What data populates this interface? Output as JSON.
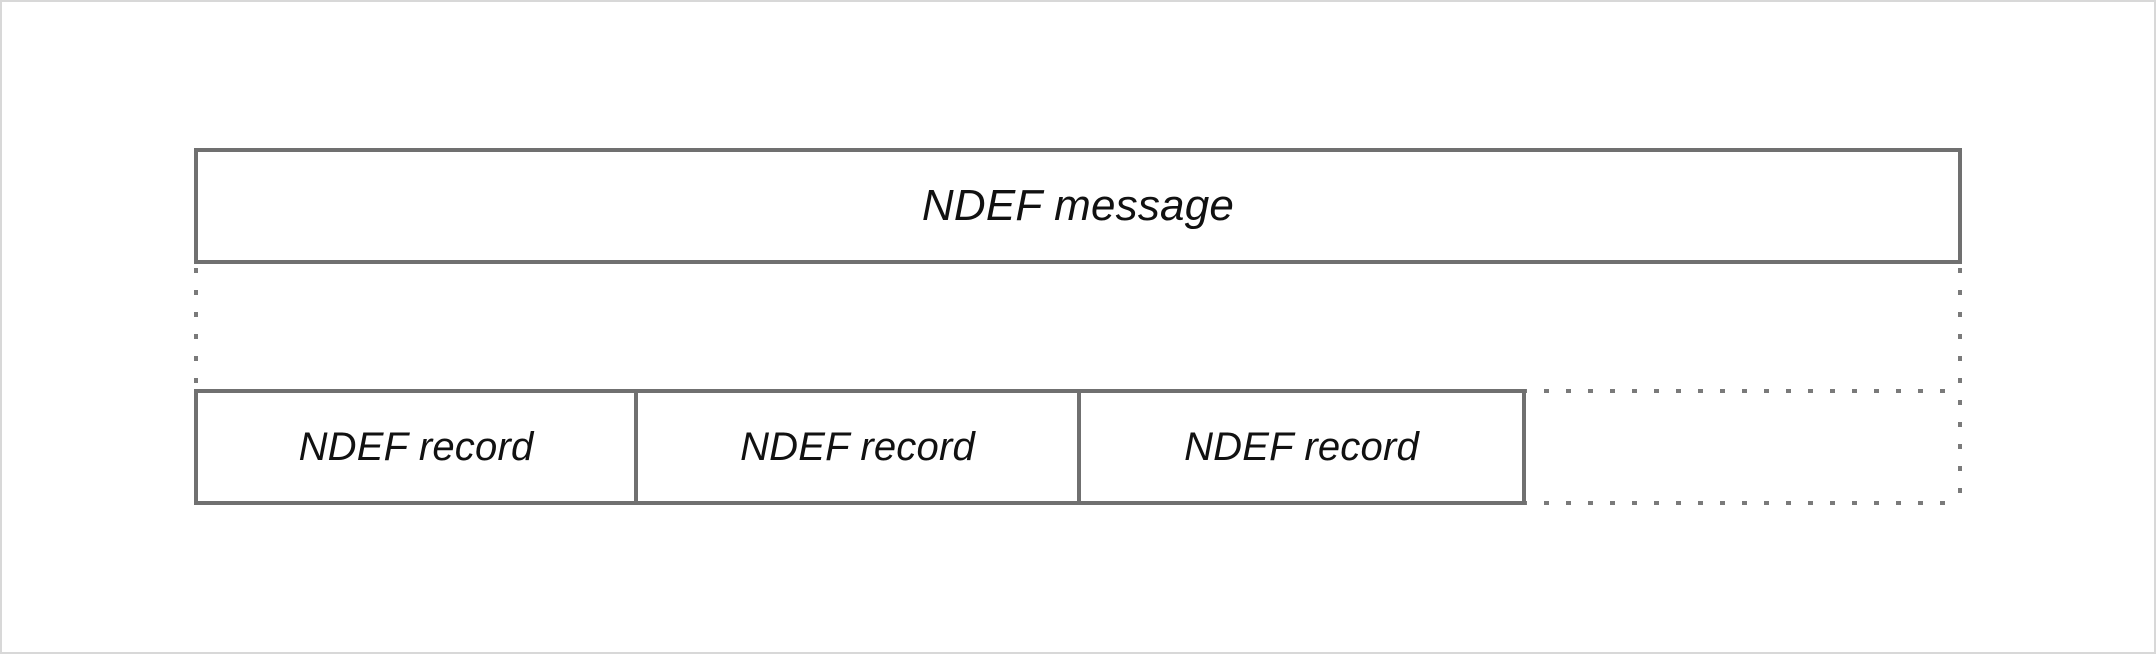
{
  "figure": {
    "kind": "block-diagram",
    "title_text": "NDEF message",
    "border_color": "#d8d8d8",
    "stroke_color": "#707070",
    "dotted_color": "#7a7a7a",
    "background_color": "#ffffff",
    "text_color": "#111111"
  },
  "message": {
    "label": "NDEF message"
  },
  "records": [
    {
      "label": "NDEF record"
    },
    {
      "label": "NDEF record"
    },
    {
      "label": "NDEF record"
    }
  ],
  "continuation": {
    "style": "dotted",
    "meaning": "additional records omitted"
  }
}
